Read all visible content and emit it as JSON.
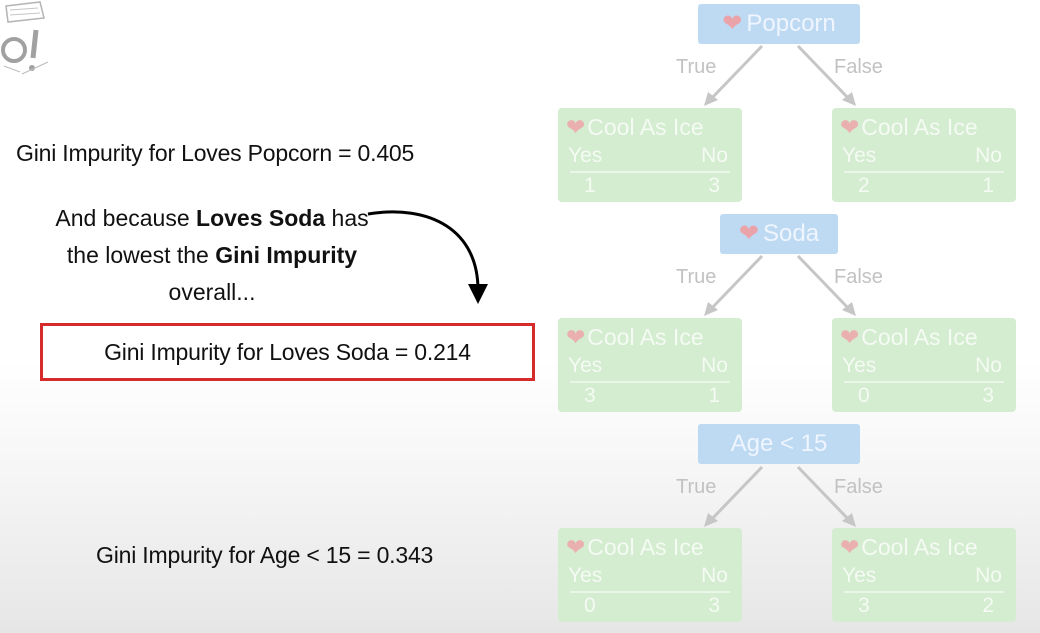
{
  "stats": {
    "popcorn": "Gini Impurity for Loves Popcorn = 0.405",
    "soda": "Gini Impurity for Loves Soda = 0.214",
    "age": "Gini Impurity for Age < 15 = 0.343"
  },
  "explanation": {
    "part1": "And because ",
    "bold1": "Loves Soda",
    "part2": " has the lowest the ",
    "bold2": "Gini Impurity",
    "part3": " overall..."
  },
  "colors": {
    "highlight_border": "#d62b2b",
    "root_fill": "#b8d6f2",
    "leaf_fill": "#d4ecd0"
  },
  "trees": [
    {
      "root": "Popcorn",
      "true_label": "True",
      "false_label": "False",
      "leaves": [
        {
          "title": "Cool As Ice",
          "yes_label": "Yes",
          "no_label": "No",
          "yes": "1",
          "no": "3"
        },
        {
          "title": "Cool As Ice",
          "yes_label": "Yes",
          "no_label": "No",
          "yes": "2",
          "no": "1"
        }
      ]
    },
    {
      "root": "Soda",
      "true_label": "True",
      "false_label": "False",
      "leaves": [
        {
          "title": "Cool As Ice",
          "yes_label": "Yes",
          "no_label": "No",
          "yes": "3",
          "no": "1"
        },
        {
          "title": "Cool As Ice",
          "yes_label": "Yes",
          "no_label": "No",
          "yes": "0",
          "no": "3"
        }
      ]
    },
    {
      "root": "Age < 15",
      "true_label": "True",
      "false_label": "False",
      "leaves": [
        {
          "title": "Cool As Ice",
          "yes_label": "Yes",
          "no_label": "No",
          "yes": "0",
          "no": "3"
        },
        {
          "title": "Cool As Ice",
          "yes_label": "Yes",
          "no_label": "No",
          "yes": "3",
          "no": "2"
        }
      ]
    }
  ]
}
